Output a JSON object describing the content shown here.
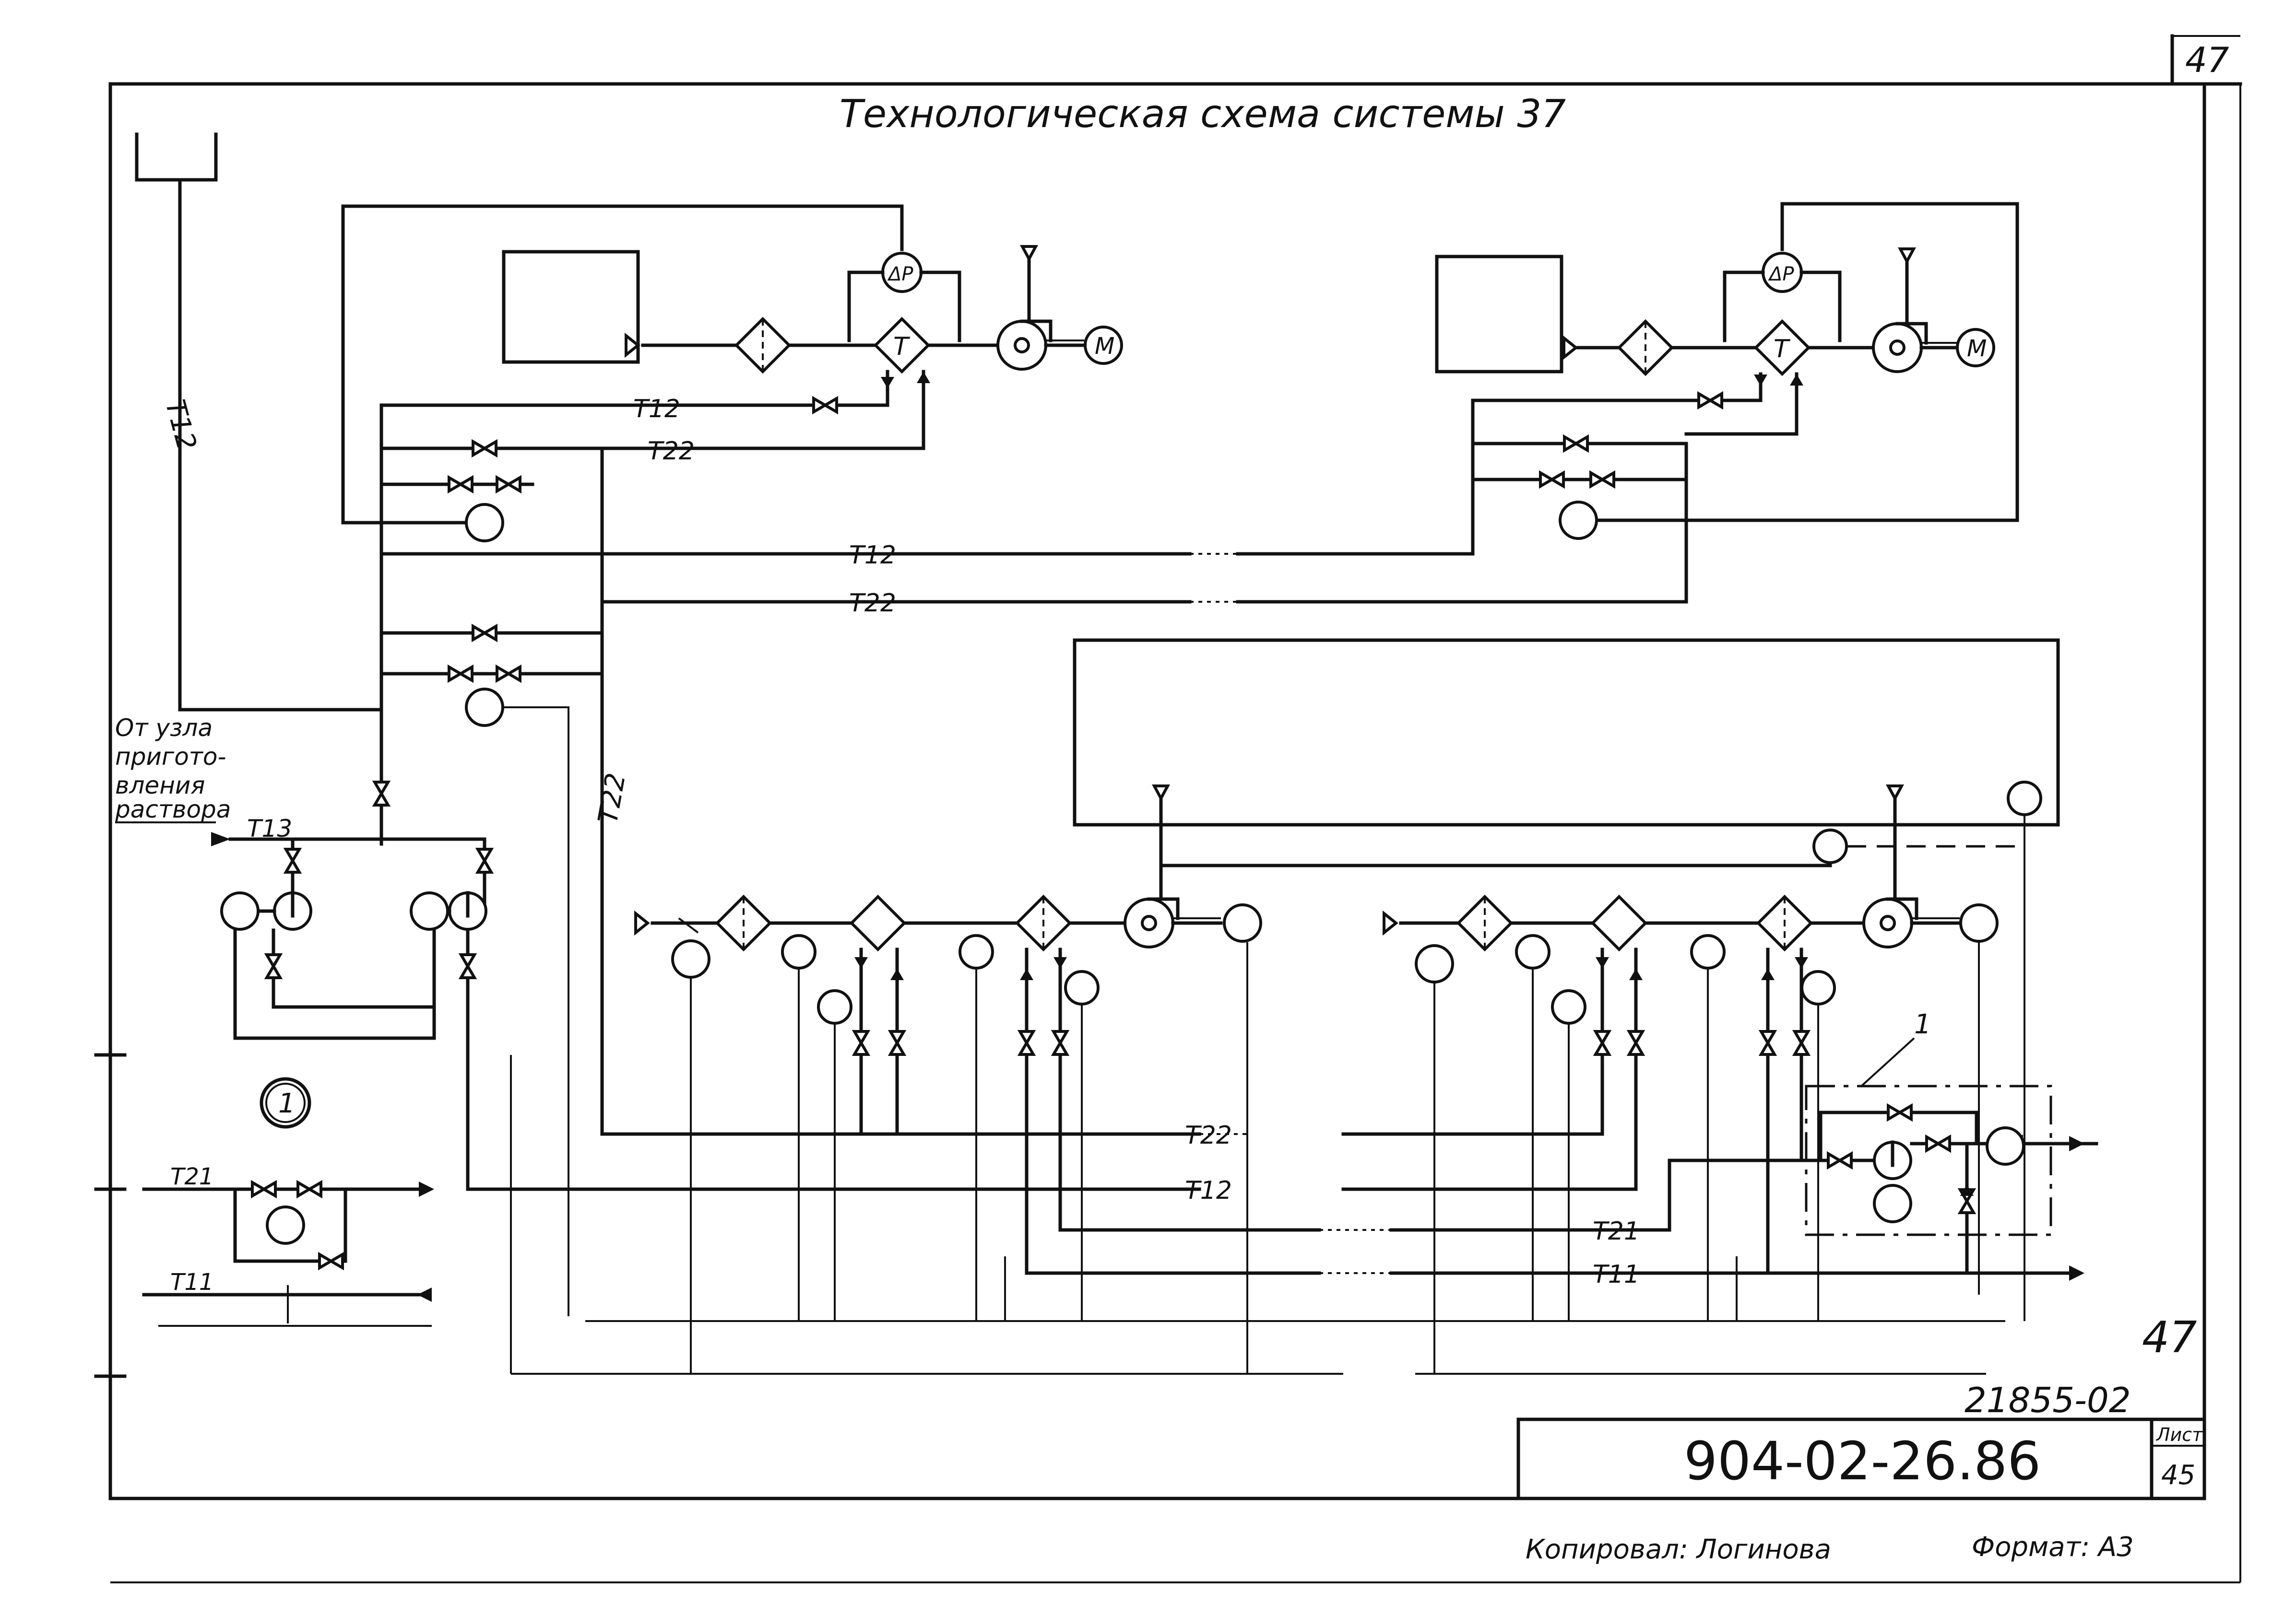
{
  "sheet": {
    "page_number_top": "47",
    "title": "Технологическая схема системы 37",
    "handwritten_number": "47",
    "archive_number": "21855-02",
    "stamp": {
      "code": "904-02-26.86",
      "sheet_label": "Лист",
      "sheet_number": "45"
    },
    "copied_by": "Копировал: Логинова",
    "format": "Формат: А3"
  },
  "labels": {
    "t11": "Т11",
    "t12": "Т12",
    "t13": "Т13",
    "t21": "Т21",
    "t22": "Т22",
    "dp": "ΔР",
    "motor": "М",
    "temp": "Т",
    "item1": "1",
    "detail1": "1",
    "source": [
      "От узла",
      "пригото-",
      "вления",
      "раствора"
    ]
  }
}
